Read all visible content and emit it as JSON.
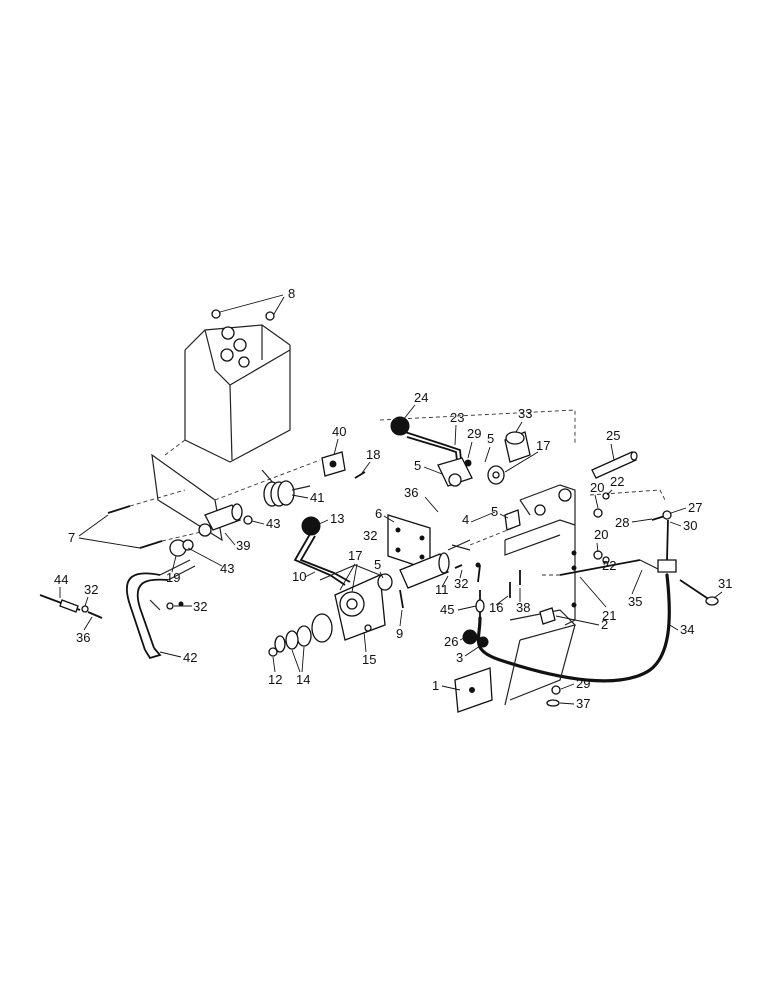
{
  "callouts": [
    "1",
    "2",
    "3",
    "4",
    "5",
    "6",
    "7",
    "8",
    "9",
    "10",
    "11",
    "12",
    "13",
    "14",
    "15",
    "16",
    "17",
    "18",
    "19",
    "20",
    "21",
    "22",
    "23",
    "24",
    "25",
    "26",
    "27",
    "28",
    "29",
    "30",
    "31",
    "32",
    "33",
    "34",
    "35",
    "36",
    "37",
    "38",
    "39",
    "40",
    "41",
    "42",
    "43",
    "44",
    "45"
  ]
}
